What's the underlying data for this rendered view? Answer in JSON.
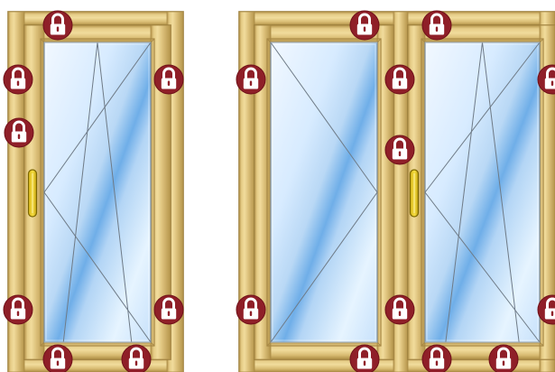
{
  "diagram": {
    "colors": {
      "frame_outer": "#d5b56c",
      "frame_mid": "#e4ca83",
      "frame_light": "#f0d99a",
      "frame_shadow": "#a88945",
      "frame_edge": "#8f7436",
      "glass_top": "#f2f8ff",
      "glass_mid": "#bdd9f4",
      "glass_band": "#6faee8",
      "glass_bottom": "#dff0ff",
      "opening_lines": "#6e7a86",
      "lock_badge": "#8f1f28",
      "lock_ring": "#ffffff",
      "lock_body": "#ffffff",
      "handle_fill": "#f1d22f",
      "handle_stroke": "#7c6700"
    },
    "windows": [
      {
        "name": "single-sash-window",
        "sashes": [
          {
            "opening": "tilt-turn",
            "hinge_side": "right",
            "handle_side": "left",
            "lock_count": 8
          }
        ]
      },
      {
        "name": "double-sash-window",
        "sashes": [
          {
            "opening": "turn",
            "hinge_side": "left",
            "handle_side": "none",
            "lock_count": 5
          },
          {
            "opening": "tilt-turn",
            "hinge_side": "right",
            "handle_side": "left",
            "lock_count": 7
          }
        ]
      }
    ]
  }
}
